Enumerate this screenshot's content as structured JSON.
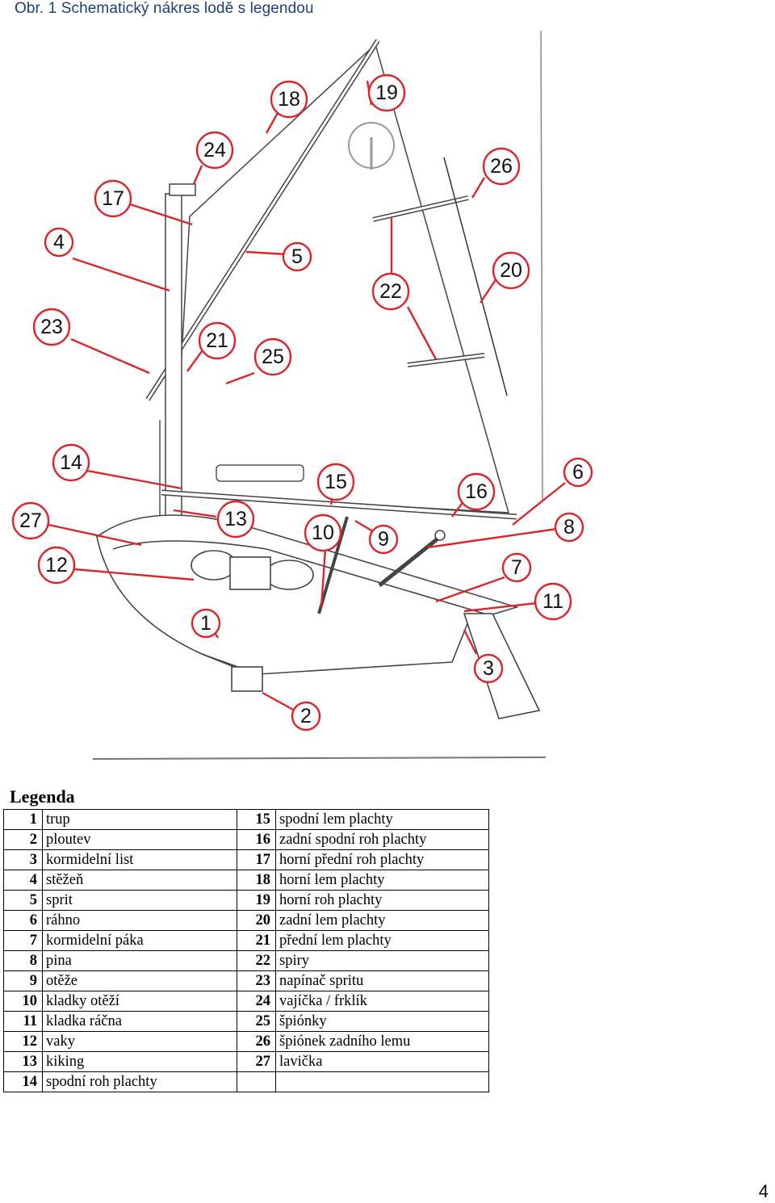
{
  "caption": "Obr. 1 Schematický nákres lodě s legendou",
  "legend_title": "Legenda",
  "legend_rows": [
    {
      "n1": "1",
      "t1": "trup",
      "n2": "15",
      "t2": "spodní lem plachty"
    },
    {
      "n1": "2",
      "t1": "ploutev",
      "n2": "16",
      "t2": "zadní spodní roh plachty"
    },
    {
      "n1": "3",
      "t1": "kormidelní list",
      "n2": "17",
      "t2": "horní přední roh plachty"
    },
    {
      "n1": "4",
      "t1": "stěžeň",
      "n2": "18",
      "t2": "horní lem plachty"
    },
    {
      "n1": "5",
      "t1": "sprit",
      "n2": "19",
      "t2": "horní roh plachty"
    },
    {
      "n1": "6",
      "t1": "ráhno",
      "n2": "20",
      "t2": "zadní lem plachty"
    },
    {
      "n1": "7",
      "t1": "kormidelní páka",
      "n2": "21",
      "t2": "přední lem plachty"
    },
    {
      "n1": "8",
      "t1": "pina",
      "n2": "22",
      "t2": "spiry"
    },
    {
      "n1": "9",
      "t1": "otěže",
      "n2": "23",
      "t2": "napínač spritu"
    },
    {
      "n1": "10",
      "t1": "kladky otěží",
      "n2": "24",
      "t2": "vajíčka / frklík"
    },
    {
      "n1": "11",
      "t1": "kladka ráčna",
      "n2": "25",
      "t2": "špiónky"
    },
    {
      "n1": "12",
      "t1": "vaky",
      "n2": "26",
      "t2": "špiónek zadního lemu"
    },
    {
      "n1": "13",
      "t1": "kiking",
      "n2": "27",
      "t2": "lavička"
    },
    {
      "n1": "14",
      "t1": "spodní roh plachty",
      "n2": "",
      "t2": ""
    }
  ],
  "callouts": [
    "1",
    "2",
    "3",
    "4",
    "5",
    "6",
    "7",
    "8",
    "9",
    "10",
    "11",
    "12",
    "13",
    "14",
    "15",
    "16",
    "17",
    "18",
    "19",
    "20",
    "21",
    "22",
    "23",
    "24",
    "25",
    "26",
    "27"
  ],
  "accent_color": "#d9262b",
  "caption_color": "#1f3f7a",
  "page_number": "4"
}
